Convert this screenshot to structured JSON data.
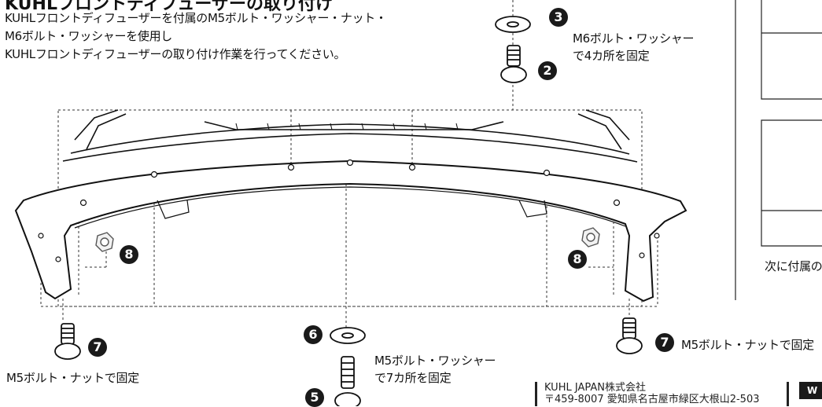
{
  "document": {
    "heading": "KUHLフロントディフューザーの取り付け",
    "instructions": [
      "KUHLフロントディフューザーを付属のM5ボルト・ワッシャー・ナット・",
      "M6ボルト・ワッシャーを使用し",
      "KUHLフロントディフューザーの取り付け作業を行ってください。"
    ],
    "callouts": {
      "m6_note": [
        "M6ボルト・ワッシャー",
        "で4カ所を固定"
      ],
      "m5_center_note": [
        "M5ボルト・ワッシャー",
        "で7カ所を固定"
      ],
      "m5_left_note": "M5ボルト・ナットで固定",
      "m5_right_note": "M5ボルト・ナットで固定"
    },
    "part_numbers": {
      "washer_top": "3",
      "bolt_top": "2",
      "nut_left": "8",
      "nut_right": "8",
      "bolt_left": "7",
      "bolt_right": "7",
      "washer_bottom": "6",
      "bolt_bottom": "5"
    },
    "right_panel_text": "次に付属の",
    "footer": {
      "company": "KUHL JAPAN株式会社",
      "address": "〒459-8007 愛知県名古屋市緑区大根山2-503",
      "tag": "W"
    }
  }
}
